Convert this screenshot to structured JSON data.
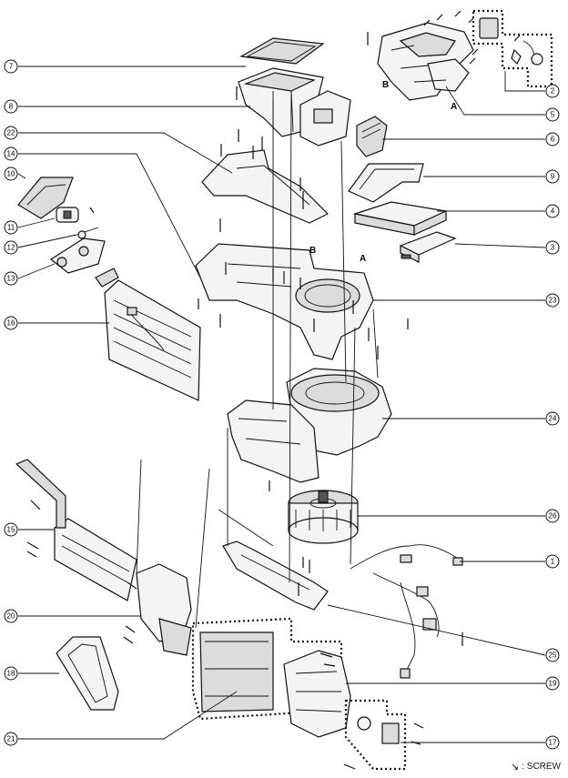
{
  "callouts": [
    "1",
    "2",
    "3",
    "4",
    "5",
    "6",
    "7",
    "8",
    "9",
    "10",
    "11",
    "12",
    "13",
    "14",
    "15",
    "16",
    "17",
    "18",
    "19",
    "20",
    "21",
    "22",
    "23",
    "24",
    "25",
    "26"
  ],
  "ref_letters": [
    "A",
    "B"
  ],
  "legend": {
    "symbol_icon": "screw-icon",
    "label": ": SCREW"
  }
}
